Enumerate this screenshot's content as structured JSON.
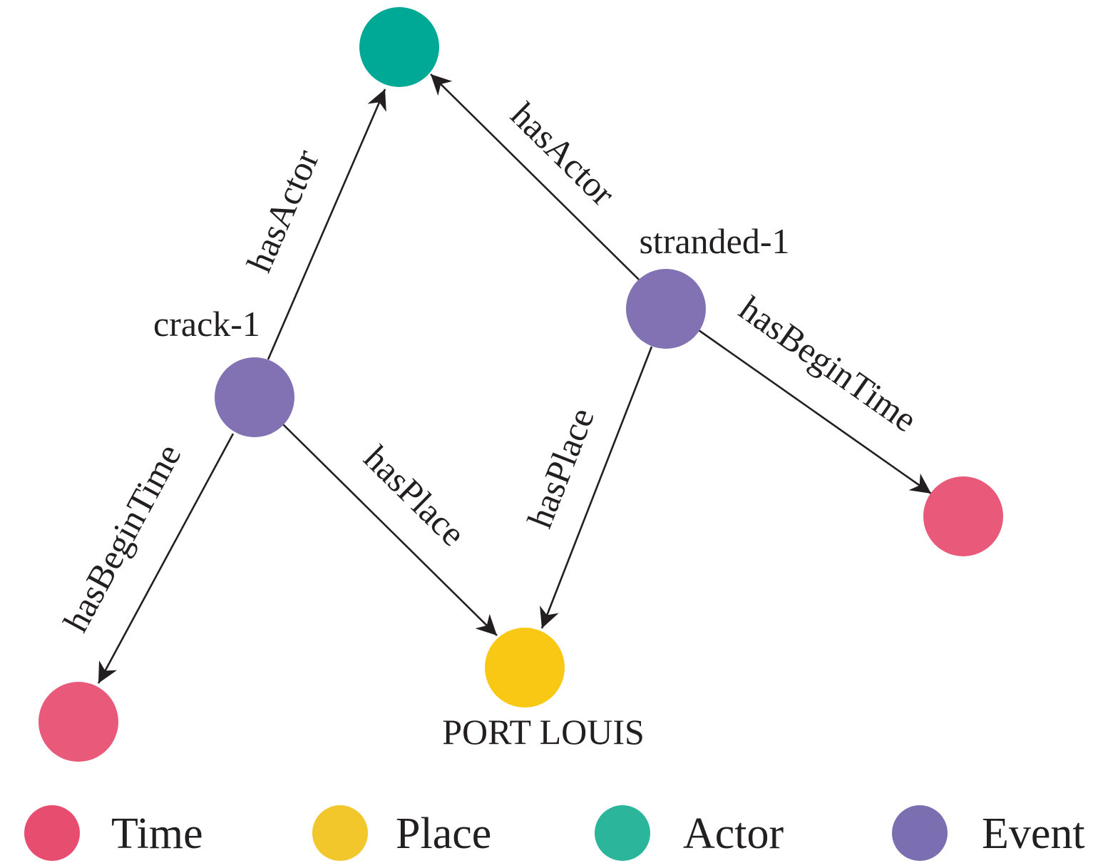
{
  "colors": {
    "time": "#e8597a",
    "place": "#f9c814",
    "actor": "#00a896",
    "event": "#8272b4",
    "edge": "#231f20",
    "legend_time": "#e64d6e",
    "legend_place": "#f2c72c",
    "legend_actor": "#2bb59b",
    "legend_event": "#7b6eb1"
  },
  "nodes": {
    "actor": {
      "label": "",
      "type": "actor"
    },
    "crack": {
      "label": "crack-1",
      "type": "event"
    },
    "stranded": {
      "label": "stranded-1",
      "type": "event"
    },
    "place": {
      "label": "PORT LOUIS",
      "type": "place"
    },
    "time_left": {
      "label": "",
      "type": "time"
    },
    "time_right": {
      "label": "",
      "type": "time"
    }
  },
  "edges": [
    {
      "from": "crack-1",
      "to": "actor",
      "label": "hasActor"
    },
    {
      "from": "stranded-1",
      "to": "actor",
      "label": "hasActor"
    },
    {
      "from": "crack-1",
      "to": "PORT LOUIS",
      "label": "hasPlace"
    },
    {
      "from": "stranded-1",
      "to": "PORT LOUIS",
      "label": "hasPlace"
    },
    {
      "from": "crack-1",
      "to": "time",
      "label": "hasBeginTime"
    },
    {
      "from": "stranded-1",
      "to": "time",
      "label": "hasBeginTime"
    }
  ],
  "legend": [
    {
      "label": "Time",
      "color_key": "legend_time"
    },
    {
      "label": "Place",
      "color_key": "legend_place"
    },
    {
      "label": "Actor",
      "color_key": "legend_actor"
    },
    {
      "label": "Event",
      "color_key": "legend_event"
    }
  ]
}
